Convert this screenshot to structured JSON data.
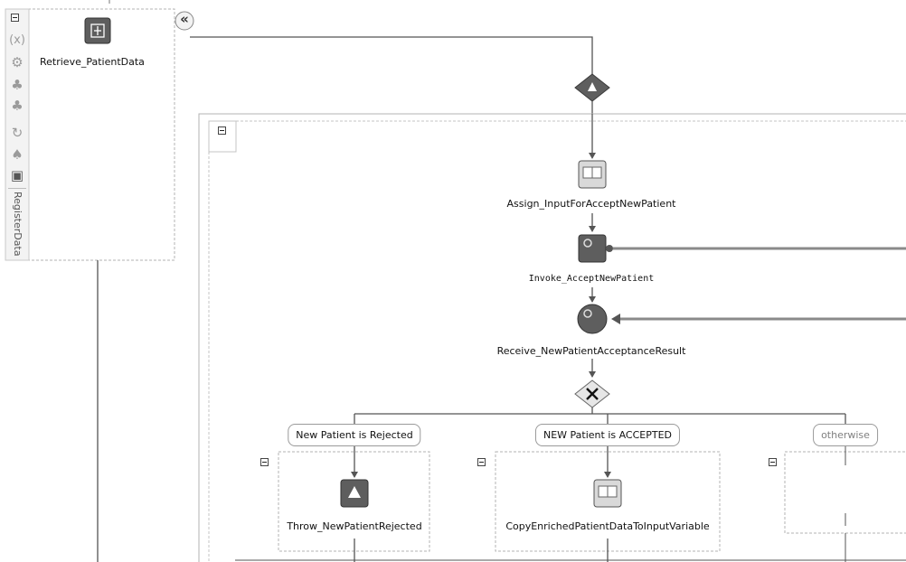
{
  "sidebar": {
    "tools": [
      {
        "icon": "collapse-icon"
      },
      {
        "icon": "variable-icon",
        "glyph": "(x)"
      },
      {
        "icon": "gear-icon",
        "glyph": "⚙"
      },
      {
        "icon": "person-edit-icon",
        "glyph": "♣"
      },
      {
        "icon": "person-edit-icon",
        "glyph": "♣"
      },
      {
        "icon": "flow-icon",
        "glyph": "↻"
      },
      {
        "icon": "partner-link-icon",
        "glyph": "♠"
      },
      {
        "icon": "image-icon",
        "glyph": "▣"
      }
    ],
    "vertical_label": "RegisterData"
  },
  "scope_activity": {
    "label": "Retrieve_PatientData"
  },
  "collapse_sidebar_glyph": "«",
  "activities": {
    "assign": "Assign_InputForAcceptNewPatient",
    "invoke": "Invoke_AcceptNewPatient",
    "receive": "Receive_NewPatientAcceptanceResult"
  },
  "branches": [
    {
      "condition": "New Patient is Rejected",
      "activity": "Throw_NewPatientRejected"
    },
    {
      "condition": "NEW Patient is ACCEPTED",
      "activity": "CopyEnrichedPatientDataToInputVariable"
    },
    {
      "condition": "otherwise",
      "activity": ""
    }
  ],
  "colors": {
    "line": "#555555",
    "dark_node": "#5e5e5e",
    "light_node": "#d9d9d9",
    "dashed_border": "#b3b3b3",
    "partner_line": "#8a8a8a"
  }
}
